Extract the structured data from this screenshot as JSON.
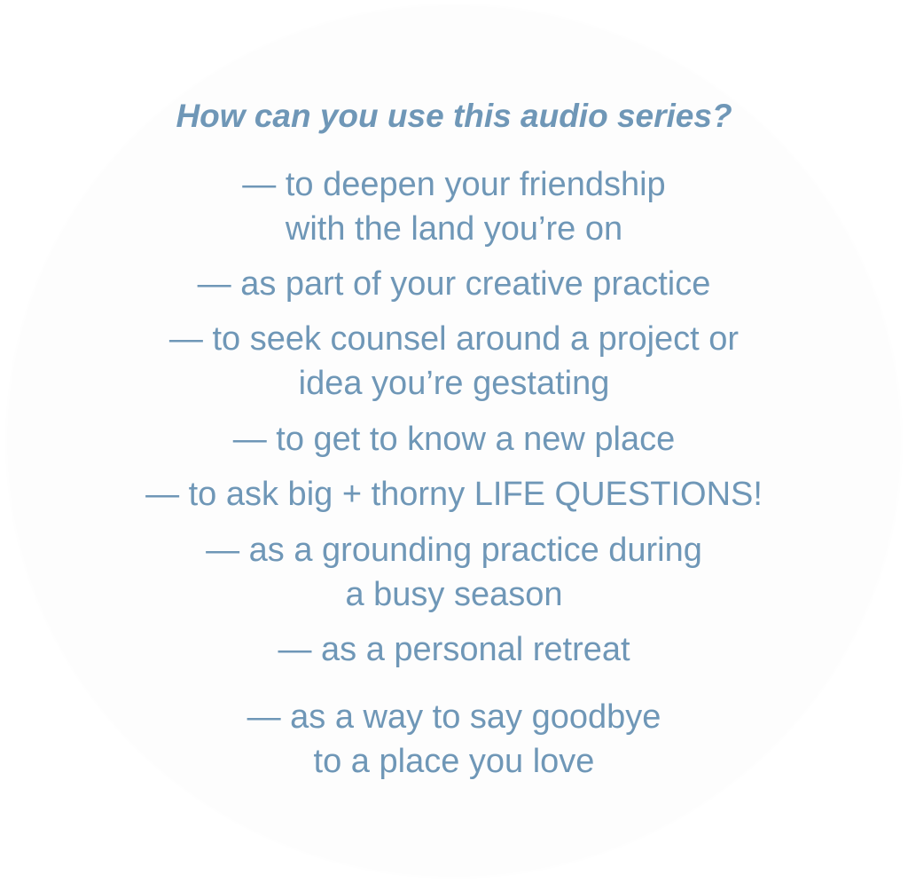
{
  "colors": {
    "text": "#6f97b7",
    "circle": "#fdfdfd",
    "background": "#ffffff"
  },
  "heading": "How can you use this audio series?",
  "items": [
    {
      "lines": [
        "— to deepen your friendship",
        "with the land you’re on"
      ]
    },
    {
      "lines": [
        "— as part of your creative practice"
      ]
    },
    {
      "lines": [
        "—  to seek counsel around a project or",
        "idea you’re gestating"
      ]
    },
    {
      "lines": [
        "— to get to know a new place"
      ]
    },
    {
      "lines": [
        "— to ask big + thorny LIFE QUESTIONS!"
      ]
    },
    {
      "lines": [
        "— as a grounding practice during",
        "a busy season"
      ]
    },
    {
      "lines": [
        "— as a personal retreat"
      ]
    },
    {
      "lines": [
        "— as a way to say goodbye",
        "to a place you love"
      ]
    }
  ]
}
